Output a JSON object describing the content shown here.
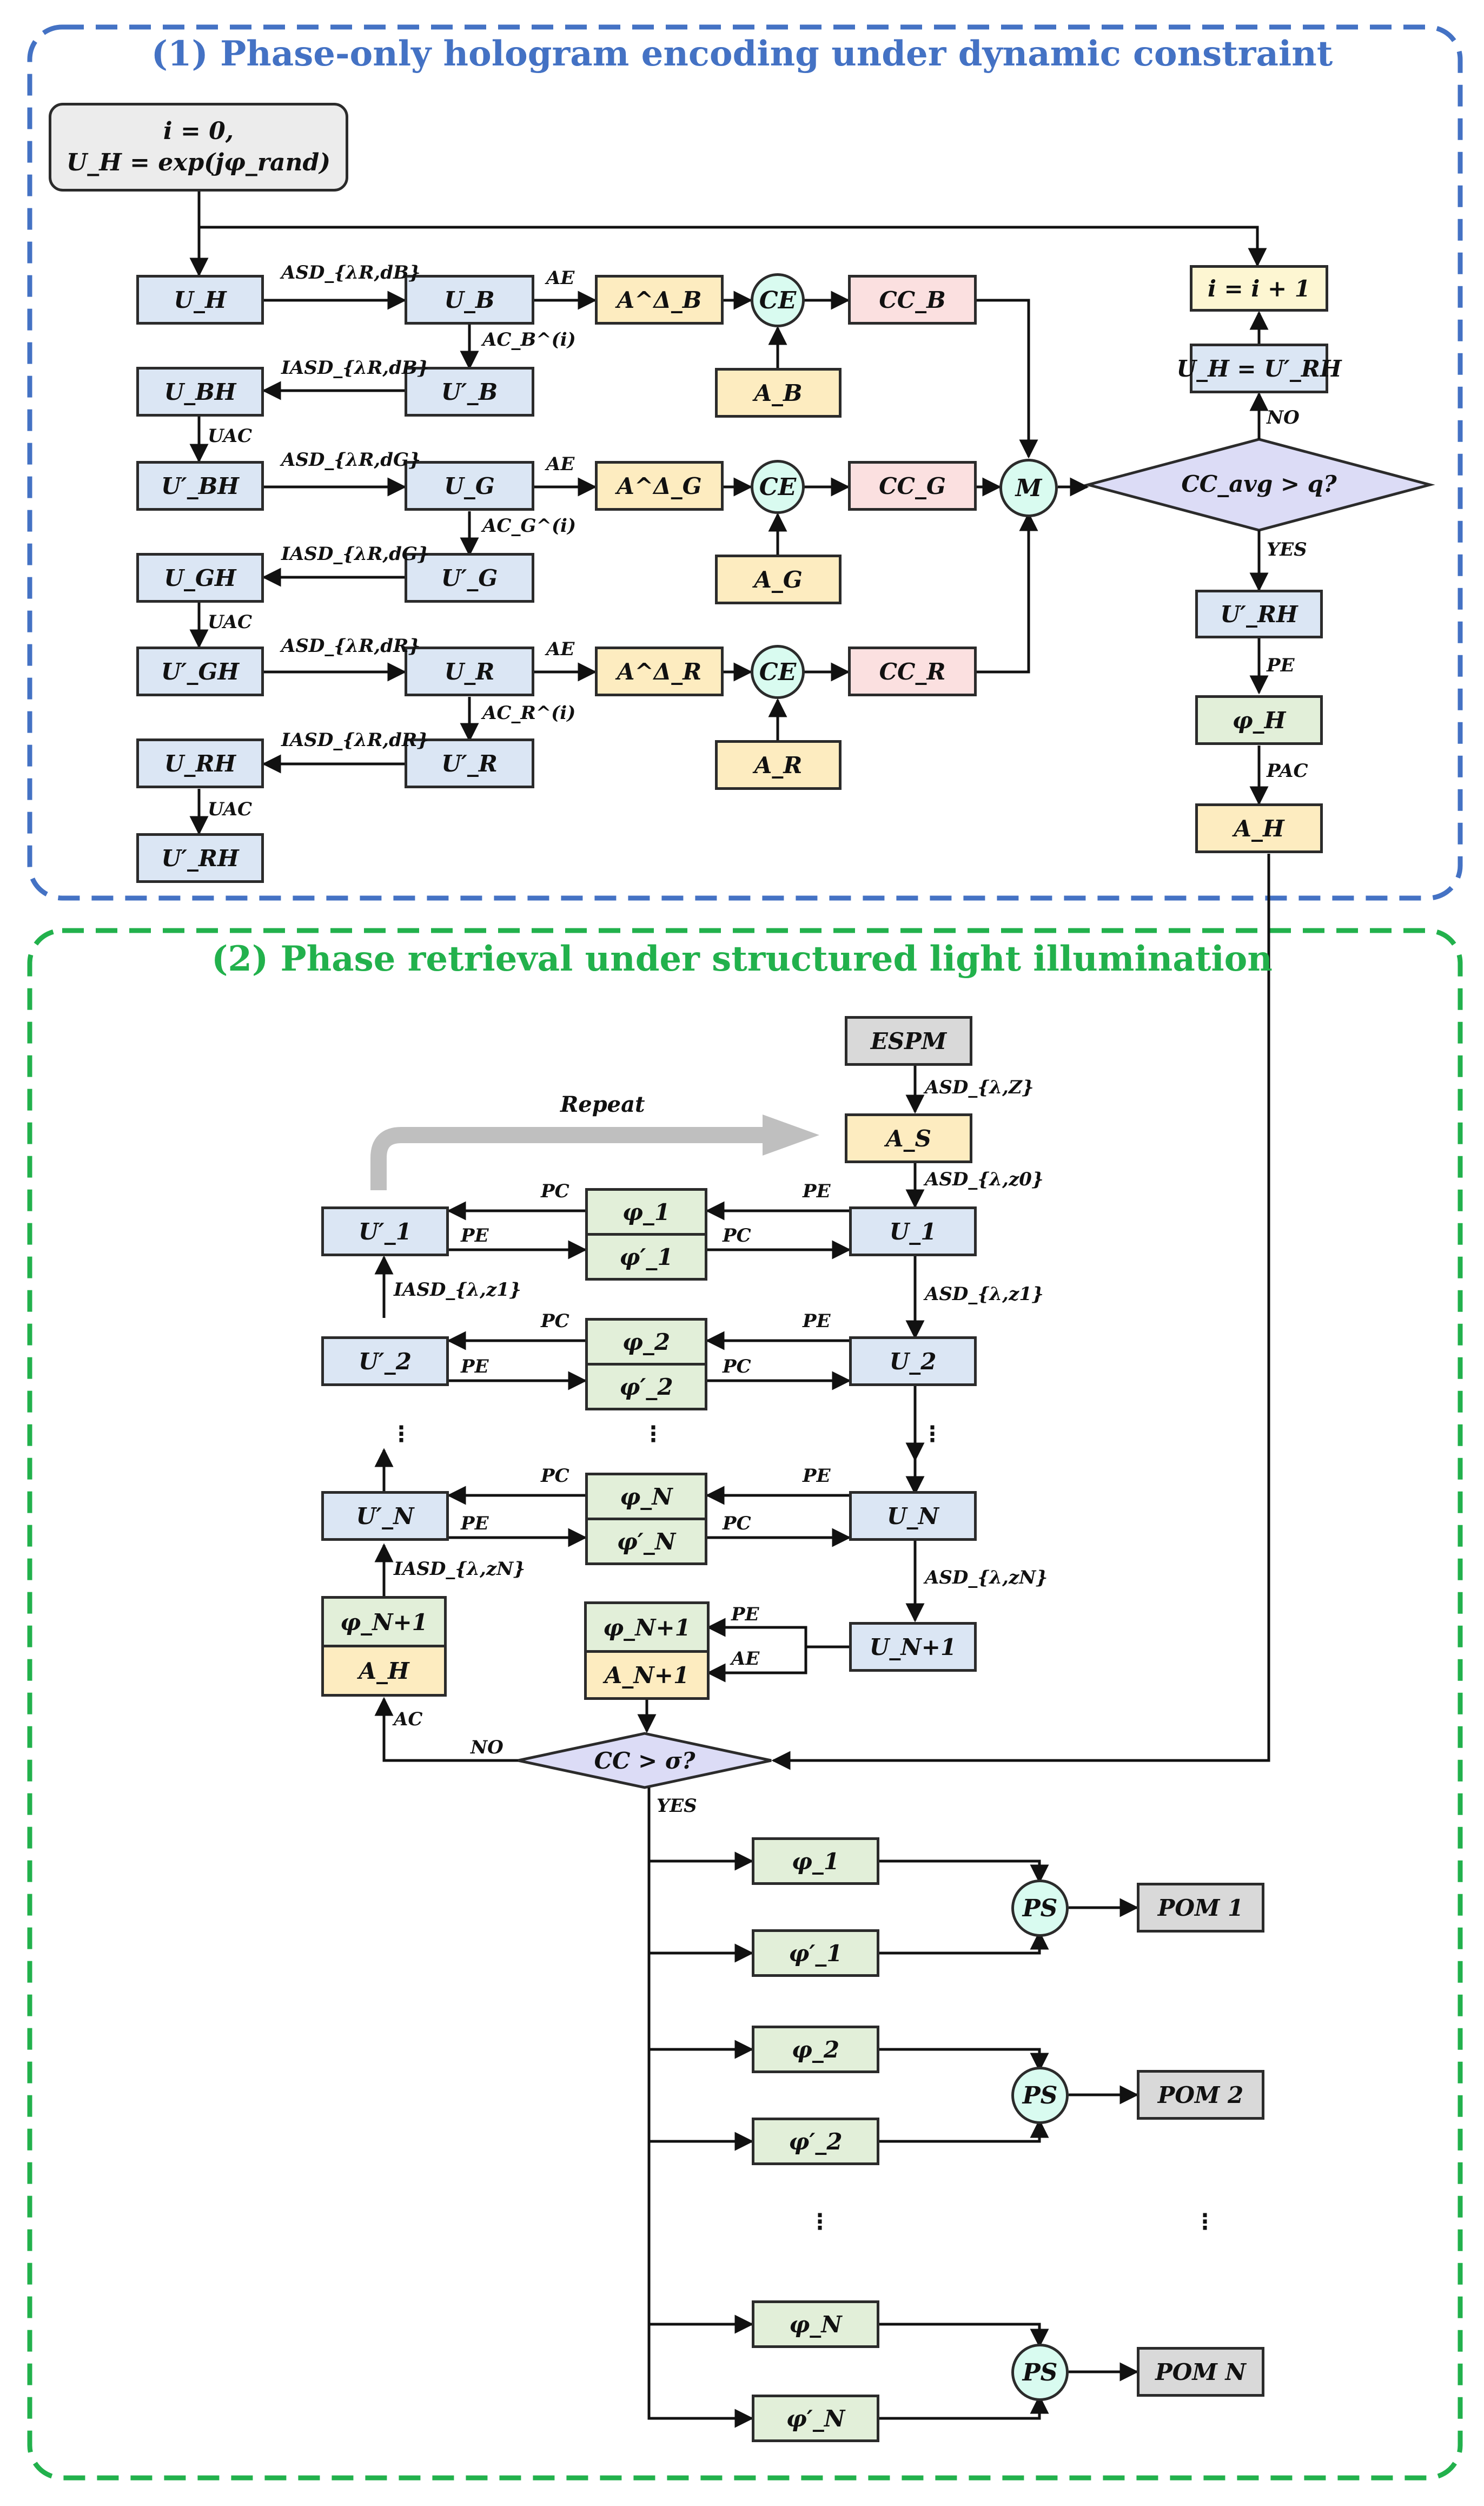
{
  "section1": {
    "title": "(1) Phase-only hologram encoding under dynamic constraint",
    "init_line1": "i = 0,",
    "init_line2": "U_H = exp(jφ_rand)",
    "boxes": {
      "UH": "U_H",
      "UB": "U_B",
      "UBp": "U′_B",
      "UBH": "U_BH",
      "UBHp": "U′_BH",
      "UG": "U_G",
      "UGp": "U′_G",
      "UGH": "U_GH",
      "UGHp": "U′_GH",
      "UR": "U_R",
      "URp": "U′_R",
      "URH": "U_RH",
      "URHp": "U′_RH",
      "ABd": "A^Δ_B",
      "AGd": "A^Δ_G",
      "ARd": "A^Δ_R",
      "AB": "A_B",
      "AG": "A_G",
      "AR": "A_R",
      "CCB": "CC_B",
      "CCG": "CC_G",
      "CCR": "CC_R",
      "CE": "CE",
      "M": "M",
      "iinc": "i = i + 1",
      "uhupd": "U_H = U′_RH",
      "decision": "CC_avg > q?",
      "URHp2": "U′_RH",
      "phiH": "φ_H",
      "AH": "A_H"
    },
    "labels": {
      "asd_b": "ASD_{λR,dB}",
      "iasd_b": "IASD_{λR,dB}",
      "ac_b": "AC_B^(i)",
      "asd_g": "ASD_{λR,dG}",
      "iasd_g": "IASD_{λR,dG}",
      "ac_g": "AC_G^(i)",
      "asd_r": "ASD_{λR,dR}",
      "iasd_r": "IASD_{λR,dR}",
      "ac_r": "AC_R^(i)",
      "ae": "AE",
      "uac": "UAC",
      "no": "NO",
      "yes": "YES",
      "pe": "PE",
      "pac": "PAC"
    }
  },
  "section2": {
    "title": "(2) Phase retrieval under structured light illumination",
    "boxes": {
      "ESPM": "ESPM",
      "AS": "A_S",
      "U1": "U_1",
      "U2": "U_2",
      "UN": "U_N",
      "UN1": "U_N+1",
      "U1p": "U′_1",
      "U2p": "U′_2",
      "UNp": "U′_N",
      "phi1": "φ_1",
      "phi1p": "φ′_1",
      "phi2": "φ_2",
      "phi2p": "φ′_2",
      "phiN": "φ_N",
      "phiNp": "φ′_N",
      "phiN1L": "φ_N+1",
      "AHL": "A_H",
      "phiN1R": "φ_N+1",
      "AN1": "A_N+1",
      "decision": "CC > σ?",
      "PS": "PS",
      "POM1": "POM 1",
      "POM2": "POM 2",
      "POMN": "POM N"
    },
    "labels": {
      "repeat": "Repeat",
      "asd_z": "ASD_{λ,Z}",
      "asd_z0": "ASD_{λ,z0}",
      "asd_z1": "ASD_{λ,z1}",
      "asd_zN": "ASD_{λ,zN}",
      "iasd_z1": "IASD_{λ,z1}",
      "iasd_zN": "IASD_{λ,zN}",
      "pc": "PC",
      "pe": "PE",
      "ae": "AE",
      "ac": "AC",
      "no": "NO",
      "yes": "YES",
      "vdots": "⋮"
    }
  },
  "colors": {
    "section1_border": "#4472c4",
    "section2_border": "#22b14c",
    "box_blue": "#dbe6f4",
    "box_yellow": "#fdecc0",
    "box_pink": "#fbe0e0",
    "box_green": "#e2efd9",
    "circle": "#d9fbf0",
    "decision": "#dcdcf6"
  }
}
